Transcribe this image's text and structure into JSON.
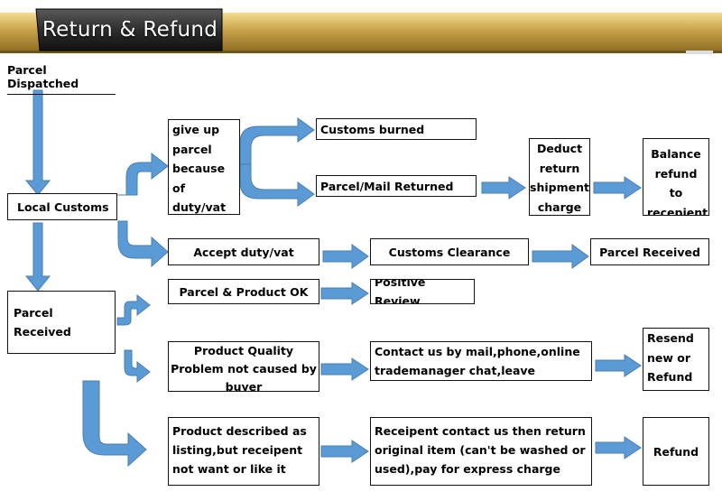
{
  "header": {
    "title": "Return & Refund"
  },
  "start": {
    "label": "Parcel Dispatched"
  },
  "nodes": {
    "local_customs": "Local Customs",
    "give_up": "give up\nparcel\nbecause\nof\nduty/vat",
    "customs_burned": "Customs burned",
    "parcel_returned": "Parcel/Mail Returned",
    "deduct": "Deduct\nreturn\nshipment\ncharge",
    "balance_refund": "Balance\nrefund to\nrecepient",
    "accept_duty": "Accept duty/vat",
    "customs_clearance": "Customs Clearance",
    "parcel_received_top": "Parcel Received",
    "parcel_received": "Parcel Received",
    "parcel_ok": "Parcel & Product OK",
    "positive_review": "Positive Review",
    "quality_problem": "Product Quality\nProblem not caused by\nbuyer",
    "contact_us": "Contact us by mail,phone,online\ntrademanager chat,leave message",
    "resend": "Resend\nnew or\nRefund",
    "described": "Product described as\nlisting,but receipent\nnot want or like it",
    "receipent_contact": "Receipent contact us then return\noriginal item (can't be washed or\nused),pay for express charge",
    "refund": "Refund"
  },
  "colors": {
    "arrow": "#5b9bd5",
    "arrow_outline": "#4a7eb5",
    "banner_gold": "#c8a24a",
    "banner_dark": "#2b2b2b"
  }
}
